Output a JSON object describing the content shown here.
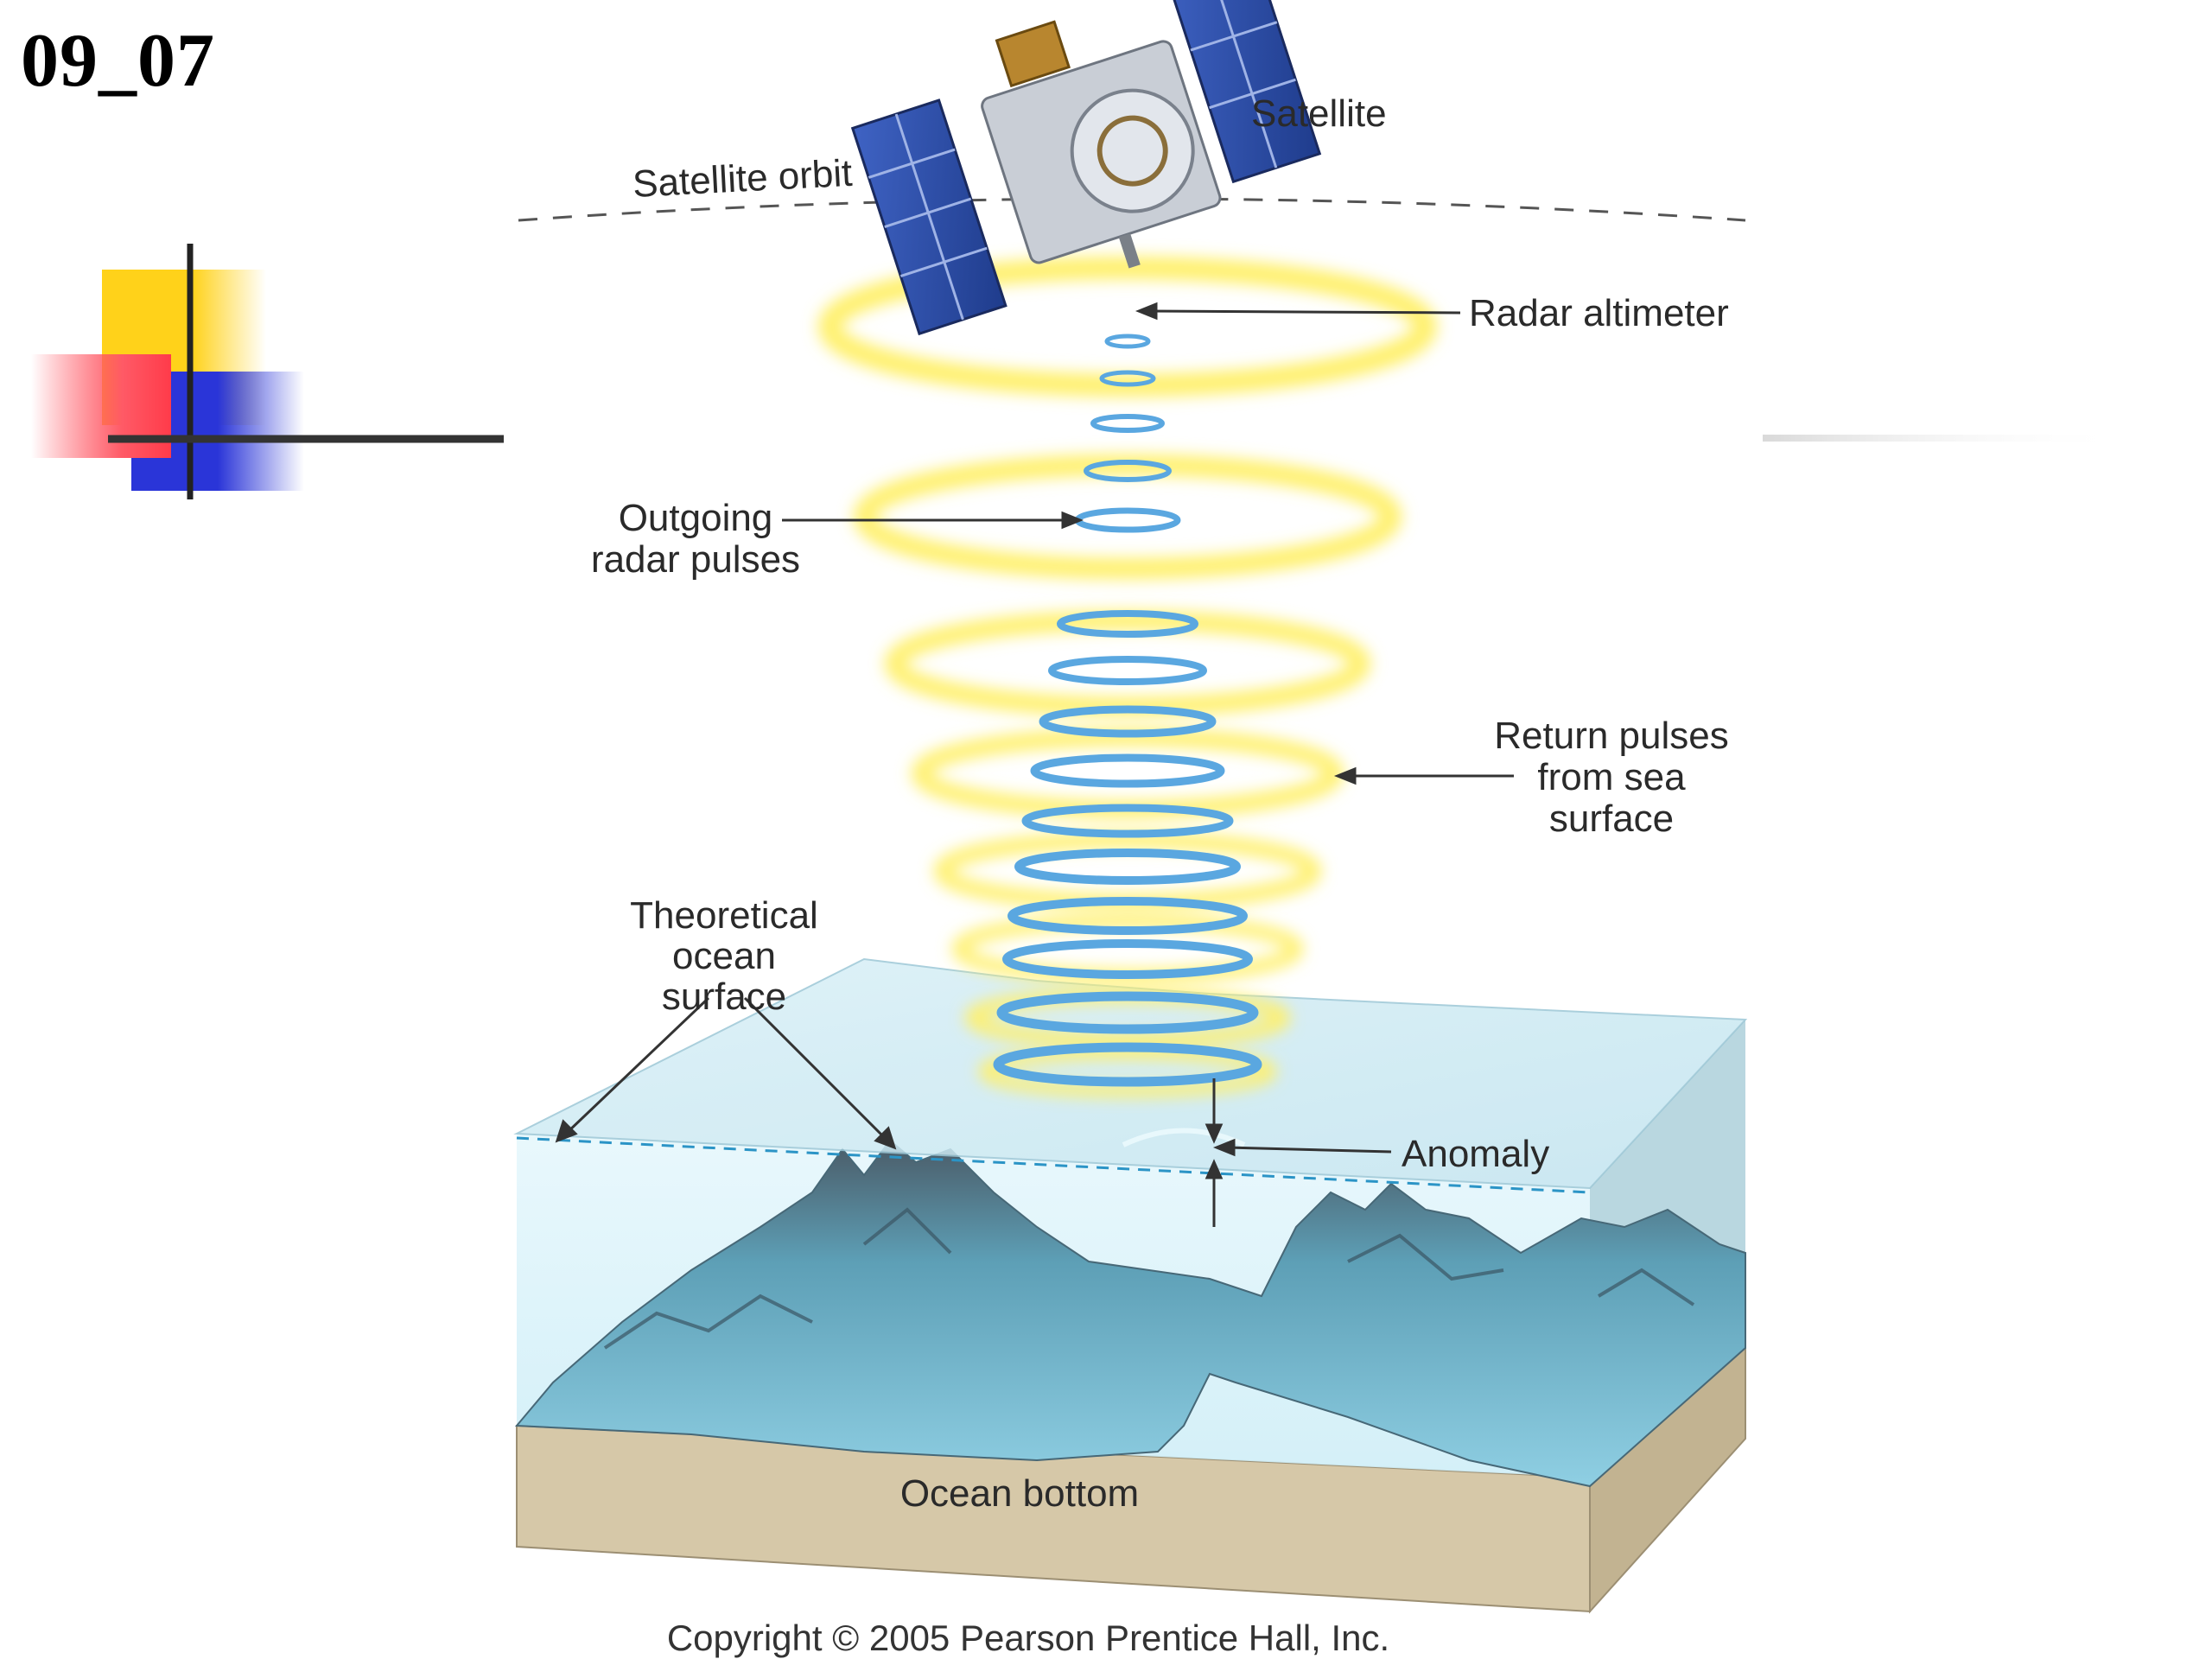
{
  "slide": {
    "number": "09_07"
  },
  "labels": {
    "satellite": "Satellite",
    "satellite_orbit": "Satellite orbit",
    "radar_altimeter": "Radar altimeter",
    "outgoing_line1": "Outgoing",
    "outgoing_line2": "radar pulses",
    "return_line1": "Return pulses",
    "return_line2": "from sea",
    "return_line3": "surface",
    "theoretical_line1": "Theoretical",
    "theoretical_line2": "ocean",
    "theoretical_line3": "surface",
    "anomaly": "Anomaly",
    "ocean_bottom": "Ocean bottom"
  },
  "copyright": "Copyright © 2005 Pearson Prentice Hall, Inc.",
  "colors": {
    "deco_yellow": "#ffd21a",
    "deco_red": "#ff3b4a",
    "deco_blue": "#2a35d8",
    "solar_panel": "#2c4fa8",
    "pulse_yellow": "#fff27a",
    "pulse_blue": "#5aa7e0",
    "water": "#cfeef7",
    "sediment": "#d6c8a8"
  }
}
